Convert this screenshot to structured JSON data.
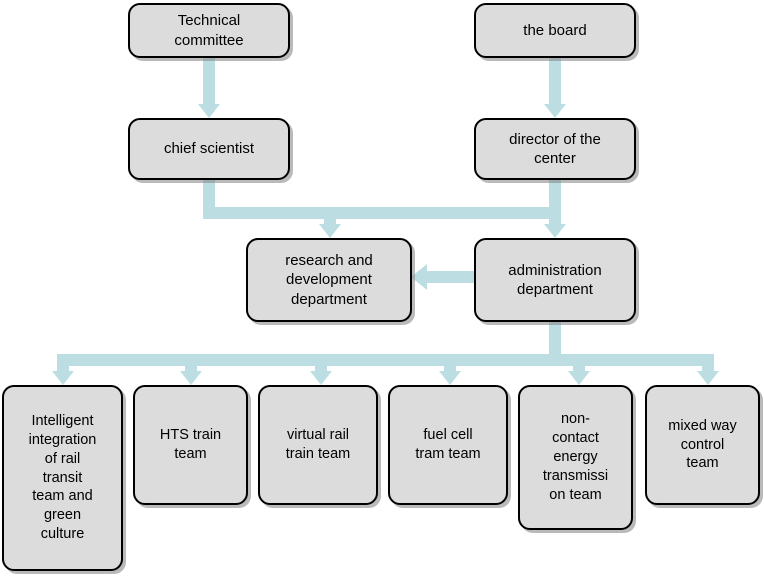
{
  "diagram": {
    "title": "Organizational structure chart",
    "colors": {
      "node_fill": "#dcdcdc",
      "node_border": "#000000",
      "connector": "#bcdee3",
      "background": "#ffffff"
    },
    "nodes": [
      {
        "id": "technical-committee",
        "label": "Technical\ncommittee"
      },
      {
        "id": "the-board",
        "label": "the board"
      },
      {
        "id": "chief-scientist",
        "label": "chief scientist"
      },
      {
        "id": "director-of-the-center",
        "label": "director of the\ncenter"
      },
      {
        "id": "research-and-development-department",
        "label": "research and\ndevelopment\ndepartment"
      },
      {
        "id": "administration-department",
        "label": "administration\ndepartment"
      },
      {
        "id": "intelligent-integration-team",
        "label": "Intelligent\nintegration\nof rail\ntransit\nteam and\ngreen\nculture"
      },
      {
        "id": "hts-train-team",
        "label": "HTS train\nteam"
      },
      {
        "id": "virtual-rail-train-team",
        "label": "virtual rail\ntrain team"
      },
      {
        "id": "fuel-cell-tram-team",
        "label": "fuel cell\ntram team"
      },
      {
        "id": "non-contact-energy-transmission-team",
        "label": "non-\ncontact\nenergy\ntransmissi\non team"
      },
      {
        "id": "mixed-way-control-team",
        "label": "mixed way\ncontrol\nteam"
      }
    ],
    "edges": [
      {
        "from": "technical-committee",
        "to": "chief-scientist",
        "direction": "down"
      },
      {
        "from": "the-board",
        "to": "director-of-the-center",
        "direction": "down"
      },
      {
        "from": "chief-scientist",
        "to": "research-and-development-department",
        "direction": "down"
      },
      {
        "from": "director-of-the-center",
        "to": "administration-department",
        "direction": "down"
      },
      {
        "from": "administration-department",
        "to": "research-and-development-department",
        "direction": "left"
      },
      {
        "from": "administration-department",
        "to": "intelligent-integration-team",
        "direction": "down"
      },
      {
        "from": "administration-department",
        "to": "hts-train-team",
        "direction": "down"
      },
      {
        "from": "administration-department",
        "to": "virtual-rail-train-team",
        "direction": "down"
      },
      {
        "from": "administration-department",
        "to": "fuel-cell-tram-team",
        "direction": "down"
      },
      {
        "from": "administration-department",
        "to": "non-contact-energy-transmission-team",
        "direction": "down"
      },
      {
        "from": "administration-department",
        "to": "mixed-way-control-team",
        "direction": "down"
      }
    ]
  }
}
